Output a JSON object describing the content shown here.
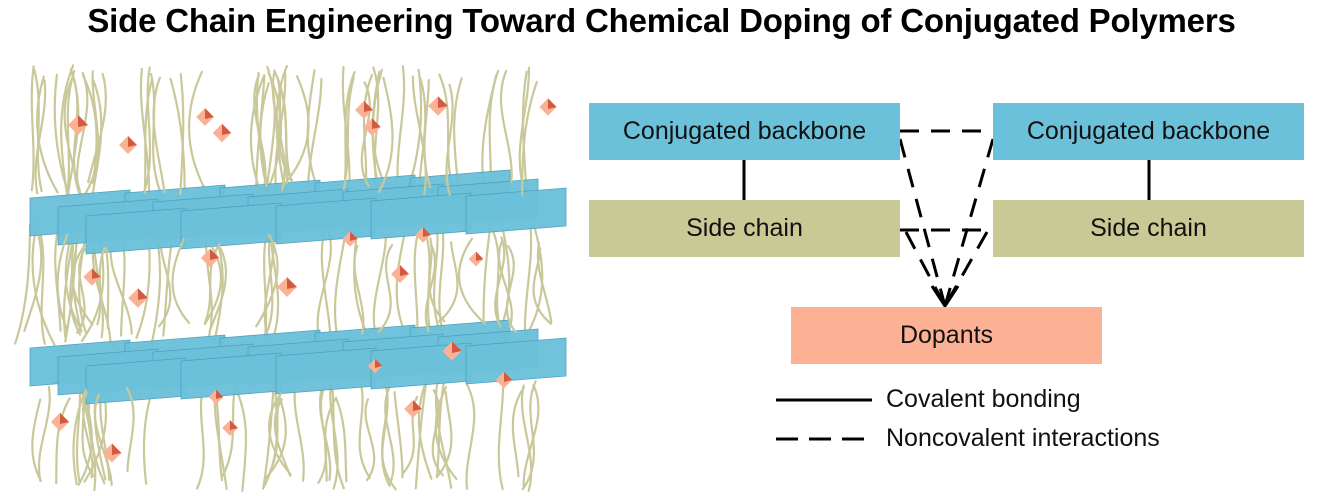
{
  "title": "Side Chain Engineering Toward Chemical Doping of Conjugated Polymers",
  "colors": {
    "backbone": "#6cc1da",
    "side_chain": "#c8c995",
    "dopant": "#fdb194",
    "dopant_dark": "#c6452c",
    "chain_strand": "#c9c89a",
    "line": "#000000"
  },
  "diagram": {
    "nodes": {
      "backbone_left": "Conjugated backbone",
      "backbone_right": "Conjugated backbone",
      "sidechain_left": "Side chain",
      "sidechain_right": "Side chain",
      "dopants": "Dopants"
    },
    "legend": {
      "covalent": "Covalent bonding",
      "noncovalent": "Noncovalent interactions"
    }
  }
}
